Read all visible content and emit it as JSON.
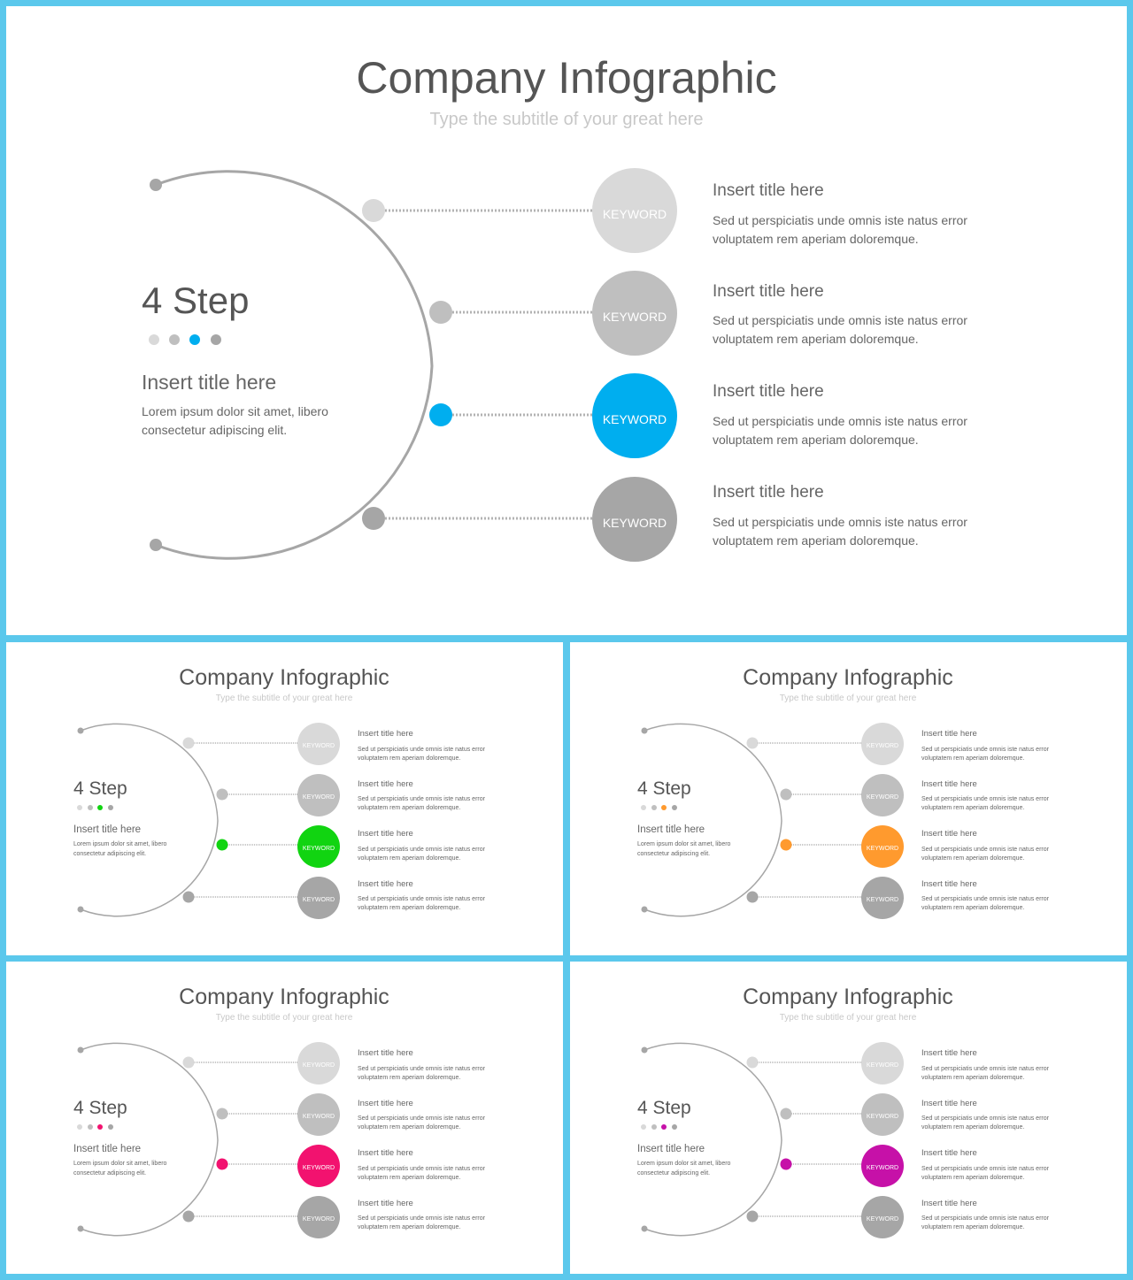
{
  "slides": [
    {
      "id": "slide-main",
      "title": "Company Infographic",
      "subtitle": "Type the subtitle of your great here",
      "step_label": "4 Step",
      "left_title": "Insert title here",
      "left_body": [
        "Lorem ipsum dolor sit amet, libero",
        "consectetur adipiscing elit."
      ],
      "accent": "#00aeef",
      "items": [
        {
          "keyword": "KEYWORD",
          "title": "Insert title here",
          "body": [
            "Sed ut perspiciatis unde omnis iste natus error",
            "voluptatem rem aperiam doloremque."
          ]
        },
        {
          "keyword": "KEYWORD",
          "title": "Insert title here",
          "body": [
            "Sed ut perspiciatis unde omnis iste natus error",
            "voluptatem rem aperiam doloremque."
          ]
        },
        {
          "keyword": "KEYWORD",
          "title": "Insert title here",
          "body": [
            "Sed ut perspiciatis unde omnis iste natus error",
            "voluptatem rem aperiam doloremque."
          ]
        },
        {
          "keyword": "KEYWORD",
          "title": "Insert title here",
          "body": [
            "Sed ut perspiciatis unde omnis iste natus error",
            "voluptatem rem aperiam doloremque."
          ]
        }
      ]
    },
    {
      "id": "slide-green",
      "title": "Company Infographic",
      "subtitle": "Type the subtitle of your great here",
      "step_label": "4 Step",
      "left_title": "Insert title here",
      "left_body": [
        "Lorem ipsum dolor sit amet, libero",
        "consectetur adipiscing elit."
      ],
      "accent": "#11d411",
      "items": [
        {
          "keyword": "KEYWORD",
          "title": "Insert title here",
          "body": [
            "Sed ut perspiciatis unde omnis iste natus error",
            "voluptatem rem aperiam doloremque."
          ]
        },
        {
          "keyword": "KEYWORD",
          "title": "Insert title here",
          "body": [
            "Sed ut perspiciatis unde omnis iste natus error",
            "voluptatem rem aperiam doloremque."
          ]
        },
        {
          "keyword": "KEYWORD",
          "title": "Insert title here",
          "body": [
            "Sed ut perspiciatis unde omnis iste natus error",
            "voluptatem rem aperiam doloremque."
          ]
        },
        {
          "keyword": "KEYWORD",
          "title": "Insert title here",
          "body": [
            "Sed ut perspiciatis unde omnis iste natus error",
            "voluptatem rem aperiam doloremque."
          ]
        }
      ]
    },
    {
      "id": "slide-orange",
      "title": "Company Infographic",
      "subtitle": "Type the subtitle of your great here",
      "step_label": "4 Step",
      "left_title": "Insert title here",
      "left_body": [
        "Lorem ipsum dolor sit amet, libero",
        "consectetur adipiscing elit."
      ],
      "accent": "#ff9a2e",
      "items": [
        {
          "keyword": "KEYWORD",
          "title": "Insert title here",
          "body": [
            "Sed ut perspiciatis unde omnis iste natus error",
            "voluptatem rem aperiam doloremque."
          ]
        },
        {
          "keyword": "KEYWORD",
          "title": "Insert title here",
          "body": [
            "Sed ut perspiciatis unde omnis iste natus error",
            "voluptatem rem aperiam doloremque."
          ]
        },
        {
          "keyword": "KEYWORD",
          "title": "Insert title here",
          "body": [
            "Sed ut perspiciatis unde omnis iste natus error",
            "voluptatem rem aperiam doloremque."
          ]
        },
        {
          "keyword": "KEYWORD",
          "title": "Insert title here",
          "body": [
            "Sed ut perspiciatis unde omnis iste natus error",
            "voluptatem rem aperiam doloremque."
          ]
        }
      ]
    },
    {
      "id": "slide-pink",
      "title": "Company Infographic",
      "subtitle": "Type the subtitle of your great here",
      "step_label": "4 Step",
      "left_title": "Insert title here",
      "left_body": [
        "Lorem ipsum dolor sit amet, libero",
        "consectetur adipiscing elit."
      ],
      "accent": "#f2126f",
      "items": [
        {
          "keyword": "KEYWORD",
          "title": "Insert title here",
          "body": [
            "Sed ut perspiciatis unde omnis iste natus error",
            "voluptatem rem aperiam doloremque."
          ]
        },
        {
          "keyword": "KEYWORD",
          "title": "Insert title here",
          "body": [
            "Sed ut perspiciatis unde omnis iste natus error",
            "voluptatem rem aperiam doloremque."
          ]
        },
        {
          "keyword": "KEYWORD",
          "title": "Insert title here",
          "body": [
            "Sed ut perspiciatis unde omnis iste natus error",
            "voluptatem rem aperiam doloremque."
          ]
        },
        {
          "keyword": "KEYWORD",
          "title": "Insert title here",
          "body": [
            "Sed ut perspiciatis unde omnis iste natus error",
            "voluptatem rem aperiam doloremque."
          ]
        }
      ]
    },
    {
      "id": "slide-magenta",
      "title": "Company Infographic",
      "subtitle": "Type the subtitle of your great here",
      "step_label": "4 Step",
      "left_title": "Insert title here",
      "left_body": [
        "Lorem ipsum dolor sit amet, libero",
        "consectetur adipiscing elit."
      ],
      "accent": "#c611a8",
      "items": [
        {
          "keyword": "KEYWORD",
          "title": "Insert title here",
          "body": [
            "Sed ut perspiciatis unde omnis iste natus error",
            "voluptatem rem aperiam doloremque."
          ]
        },
        {
          "keyword": "KEYWORD",
          "title": "Insert title here",
          "body": [
            "Sed ut perspiciatis unde omnis iste natus error",
            "voluptatem rem aperiam doloremque."
          ]
        },
        {
          "keyword": "KEYWORD",
          "title": "Insert title here",
          "body": [
            "Sed ut perspiciatis unde omnis iste natus error",
            "voluptatem rem aperiam doloremque."
          ]
        },
        {
          "keyword": "KEYWORD",
          "title": "Insert title here",
          "body": [
            "Sed ut perspiciatis unde omnis iste natus error",
            "voluptatem rem aperiam doloremque."
          ]
        }
      ]
    }
  ],
  "colors": {
    "border": "#5bc8ec",
    "background": "#ffffff",
    "title_text": "#555555",
    "subtitle_text": "#c8c8c8",
    "body_text": "#666666",
    "arc": "#a6a6a6",
    "step_fills": [
      "#d9d9d9",
      "#bfbfbf",
      "accent",
      "#a6a6a6"
    ]
  }
}
